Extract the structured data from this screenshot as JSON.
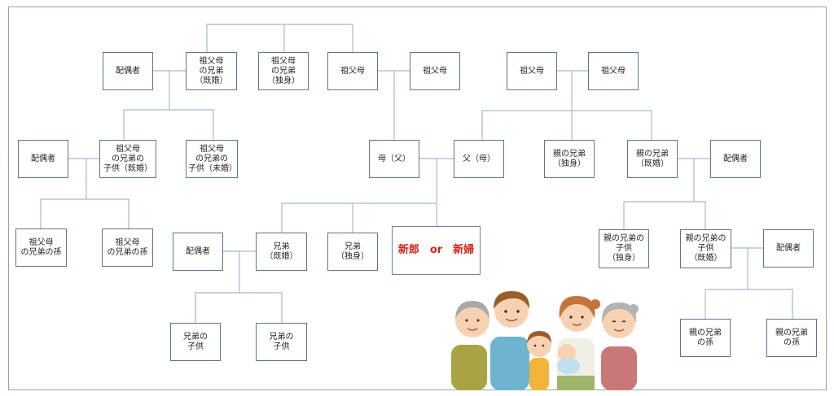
{
  "nodes": {
    "haigusha_gp": "配偶者",
    "gp_sibling_married": "祖父母\nの兄弟\n（既婚）",
    "gp_sibling_single": "祖父母\nの兄弟\n（独身）",
    "gp_a1": "祖父母",
    "gp_a2": "祖父母",
    "gp_b1": "祖父母",
    "gp_b2": "祖父母",
    "haigusha_gpchild": "配偶者",
    "gp_sib_child_married": "祖父母\nの兄弟の\n子供（既婚）",
    "gp_sib_child_unmarried": "祖父母\nの兄弟の\n子供（未婚）",
    "mother": "母（父）",
    "father": "父（母）",
    "parent_sib_single": "親の兄弟\n（独身）",
    "parent_sib_married": "親の兄弟\n（既婚）",
    "haigusha_parentsib": "配偶者",
    "gp_sib_grandchild_1": "祖父母\nの兄弟の孫",
    "gp_sib_grandchild_2": "祖父母\nの兄弟の孫",
    "haigusha_sib": "配偶者",
    "sibling_married": "兄弟\n（既婚）",
    "sibling_single": "兄弟\n（独身）",
    "couple": "新郎　or　新婦",
    "parent_sib_child_single": "親の兄弟の\n子供\n（独身）",
    "parent_sib_child_married": "親の兄弟の\n子供\n（既婚）",
    "haigusha_psc": "配偶者",
    "sibling_child_1": "兄弟の\n子供",
    "sibling_child_2": "兄弟の\n子供",
    "parent_sib_grandchild_1": "親の兄弟\nの孫",
    "parent_sib_grandchild_2": "親の兄弟\nの孫"
  },
  "colors": {
    "border": "#5b7591",
    "line": "#a9b8c9",
    "frame": "#8da2bf",
    "couple_text": "#d8231a"
  }
}
